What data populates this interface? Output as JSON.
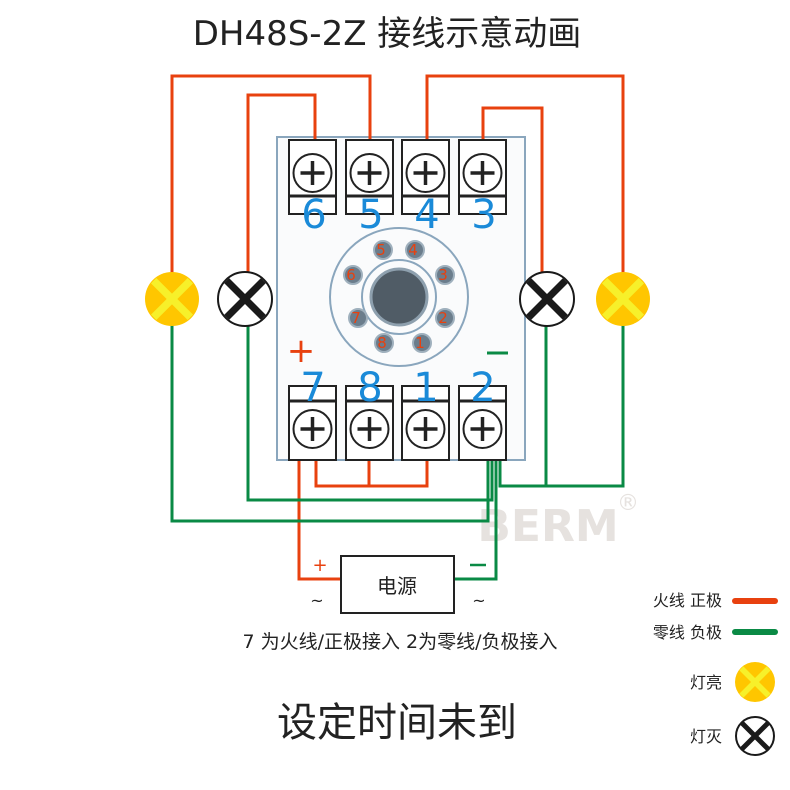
{
  "title": "DH48S-2Z  接线示意动画",
  "colors": {
    "live": "#e8410f",
    "neutral": "#0a8a45",
    "terminal_num": "#1a8ad8",
    "pin_num": "#e8410f",
    "lamp_on": "#ffc600",
    "lamp_on_cross": "#f7f02a",
    "lamp_off_cross": "#1a1a1a",
    "base_border": "#8aa6bd",
    "pin": "#6b7d8c",
    "center": "#505c66",
    "watermark": "#e6e2df"
  },
  "terminals_top": [
    {
      "label": "6"
    },
    {
      "label": "5"
    },
    {
      "label": "4"
    },
    {
      "label": "3"
    }
  ],
  "terminals_bottom": [
    {
      "label": "7"
    },
    {
      "label": "8"
    },
    {
      "label": "1"
    },
    {
      "label": "2"
    }
  ],
  "socket_pins": [
    "1",
    "2",
    "3",
    "4",
    "5",
    "6",
    "7",
    "8"
  ],
  "polarity": {
    "plus": "+",
    "minus": "−"
  },
  "lamps": [
    {
      "state": "on",
      "name": "left-outer"
    },
    {
      "state": "off",
      "name": "left-inner"
    },
    {
      "state": "off",
      "name": "right-inner"
    },
    {
      "state": "on",
      "name": "right-outer"
    }
  ],
  "power_supply": {
    "label": "电源",
    "plus": "+",
    "minus": "−",
    "ac_left": "~",
    "ac_right": "~"
  },
  "watermark": {
    "text": "BERM",
    "reg": "®"
  },
  "note": "7 为火线/正极接入  2为零线/负极接入",
  "status": "设定时间未到",
  "legend": {
    "live_label": "火线 正极",
    "neutral_label": "零线 负极",
    "lamp_on_label": "灯亮",
    "lamp_off_label": "灯灭"
  }
}
